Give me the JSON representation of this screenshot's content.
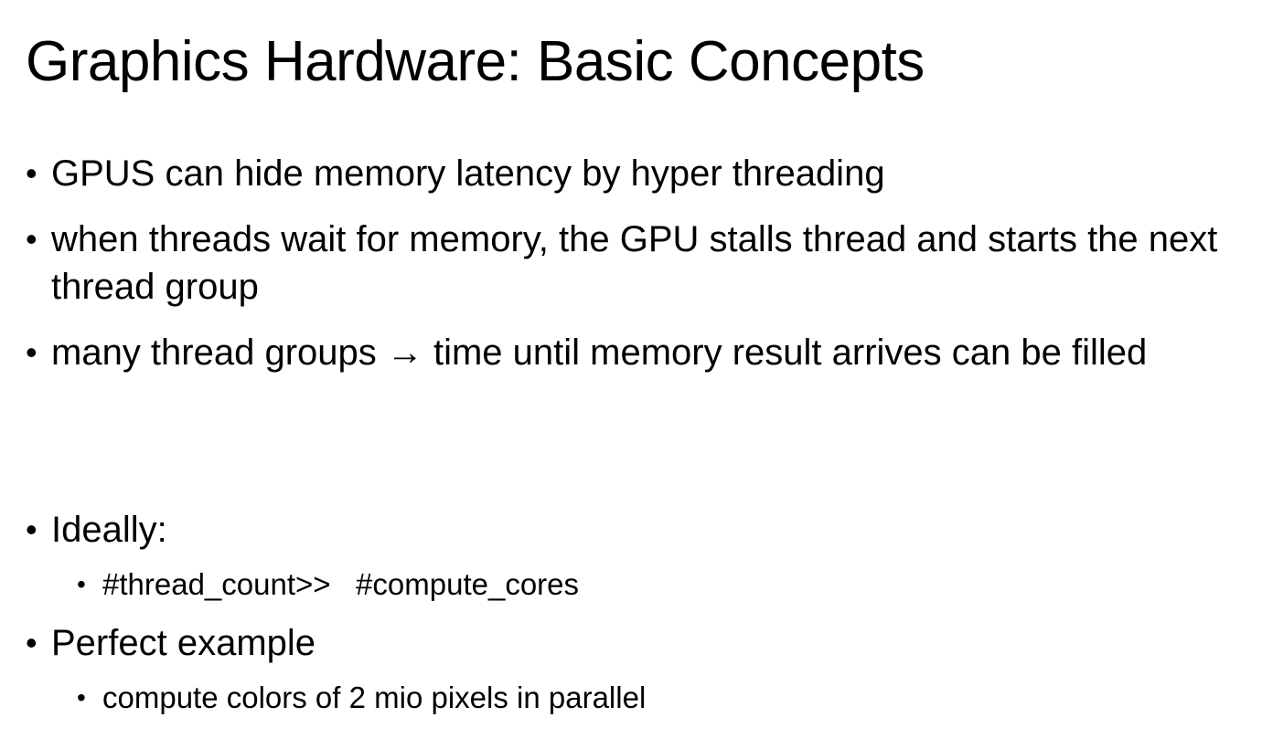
{
  "slide": {
    "title": "Graphics Hardware: Basic Concepts",
    "bullet_glyph": "•",
    "bullets": [
      "GPUS can hide memory latency by hyper threading",
      "when threads wait for memory, the GPU stalls thread and starts the next thread group",
      "many thread groups → time until memory result arrives can be filled",
      "Ideally:",
      "Perfect example"
    ],
    "subbullets": [
      "#thread_count>>   #compute_cores",
      "compute colors of 2 mio pixels in parallel"
    ]
  }
}
